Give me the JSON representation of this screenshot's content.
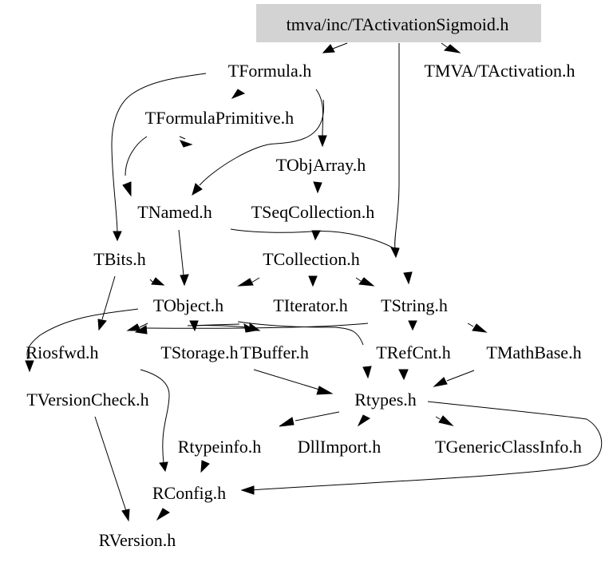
{
  "graph": {
    "title": "tmva/inc/TActivationSigmoid.h include dependency graph",
    "root": "n0",
    "root_fill": "#d3d3d3",
    "nodes": [
      {
        "id": "n0",
        "label": "tmva/inc/TActivationSigmoid.h",
        "root": true
      },
      {
        "id": "n1",
        "label": "TFormula.h"
      },
      {
        "id": "n2",
        "label": "TMVA/TActivation.h"
      },
      {
        "id": "n3",
        "label": "TFormulaPrimitive.h"
      },
      {
        "id": "n4",
        "label": "TObjArray.h"
      },
      {
        "id": "n5",
        "label": "TNamed.h"
      },
      {
        "id": "n6",
        "label": "TSeqCollection.h"
      },
      {
        "id": "n7",
        "label": "TBits.h"
      },
      {
        "id": "n8",
        "label": "TCollection.h"
      },
      {
        "id": "n9",
        "label": "TObject.h"
      },
      {
        "id": "n10",
        "label": "TIterator.h"
      },
      {
        "id": "n11",
        "label": "TString.h"
      },
      {
        "id": "n12",
        "label": "Riosfwd.h"
      },
      {
        "id": "n13",
        "label": "TStorage.h"
      },
      {
        "id": "n14",
        "label": "TBuffer.h"
      },
      {
        "id": "n15",
        "label": "TRefCnt.h"
      },
      {
        "id": "n16",
        "label": "TMathBase.h"
      },
      {
        "id": "n17",
        "label": "TVersionCheck.h"
      },
      {
        "id": "n18",
        "label": "Rtypes.h"
      },
      {
        "id": "n19",
        "label": "Rtypeinfo.h"
      },
      {
        "id": "n20",
        "label": "DllImport.h"
      },
      {
        "id": "n21",
        "label": "TGenericClassInfo.h"
      },
      {
        "id": "n22",
        "label": "RConfig.h"
      },
      {
        "id": "n23",
        "label": "RVersion.h"
      }
    ],
    "edges": [
      {
        "from": "n0",
        "to": "n1"
      },
      {
        "from": "n0",
        "to": "n2"
      },
      {
        "from": "n0",
        "to": "n11"
      },
      {
        "from": "n1",
        "to": "n3"
      },
      {
        "from": "n1",
        "to": "n4"
      },
      {
        "from": "n1",
        "to": "n7"
      },
      {
        "from": "n3",
        "to": "n5"
      },
      {
        "from": "n3",
        "to": "n4"
      },
      {
        "from": "n4",
        "to": "n6"
      },
      {
        "from": "n1",
        "to": "n5"
      },
      {
        "from": "n5",
        "to": "n9"
      },
      {
        "from": "n5",
        "to": "n11"
      },
      {
        "from": "n6",
        "to": "n8"
      },
      {
        "from": "n7",
        "to": "n12"
      },
      {
        "from": "n7",
        "to": "n9"
      },
      {
        "from": "n8",
        "to": "n9"
      },
      {
        "from": "n8",
        "to": "n10"
      },
      {
        "from": "n8",
        "to": "n11"
      },
      {
        "from": "n9",
        "to": "n12"
      },
      {
        "from": "n9",
        "to": "n13"
      },
      {
        "from": "n9",
        "to": "n14"
      },
      {
        "from": "n9",
        "to": "n17"
      },
      {
        "from": "n9",
        "to": "n18"
      },
      {
        "from": "n11",
        "to": "n12"
      },
      {
        "from": "n11",
        "to": "n15"
      },
      {
        "from": "n11",
        "to": "n16"
      },
      {
        "from": "n11",
        "to": "n13"
      },
      {
        "from": "n12",
        "to": "n22"
      },
      {
        "from": "n14",
        "to": "n18"
      },
      {
        "from": "n15",
        "to": "n18"
      },
      {
        "from": "n16",
        "to": "n18"
      },
      {
        "from": "n17",
        "to": "n23"
      },
      {
        "from": "n18",
        "to": "n19"
      },
      {
        "from": "n18",
        "to": "n20"
      },
      {
        "from": "n18",
        "to": "n21"
      },
      {
        "from": "n18",
        "to": "n22"
      },
      {
        "from": "n19",
        "to": "n22"
      },
      {
        "from": "n22",
        "to": "n23"
      }
    ]
  }
}
